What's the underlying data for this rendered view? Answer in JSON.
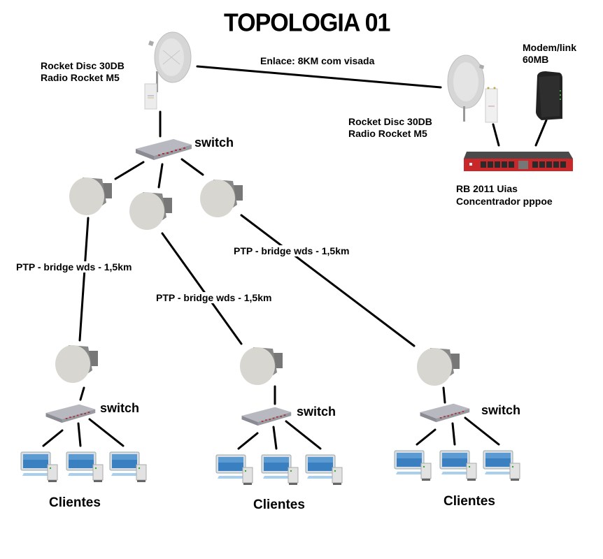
{
  "title": "TOPOLOGIA 01",
  "link_label": "Enlace: 8KM com visada",
  "left_tower": {
    "line1": "Rocket Disc 30DB",
    "line2": "Radio Rocket M5"
  },
  "right_tower": {
    "line1": "Rocket Disc 30DB",
    "line2": "Radio Rocket M5"
  },
  "modem": {
    "line1": "Modem/link",
    "line2": "60MB"
  },
  "router": {
    "line1": "RB 2011 Uias",
    "line2": "Concentrador pppoe"
  },
  "main_switch_label": "switch",
  "ptp_links": [
    {
      "label": "PTP - bridge wds - 1,5km"
    },
    {
      "label": "PTP - bridge wds - 1,5km"
    },
    {
      "label": "PTP - bridge wds - 1,5km"
    }
  ],
  "branches": [
    {
      "switch_label": "switch",
      "clients_label": "Clientes"
    },
    {
      "switch_label": "switch",
      "clients_label": "Clientes"
    },
    {
      "switch_label": "switch",
      "clients_label": "Clientes"
    }
  ],
  "colors": {
    "line": "#000000",
    "router_red": "#c8282a",
    "router_top": "#4a4a4a",
    "switch_gray": "#a8a8b0",
    "dish_gray": "#d8d8d8",
    "monitor_blue": "#3a7fc0",
    "modem_black": "#222222"
  }
}
